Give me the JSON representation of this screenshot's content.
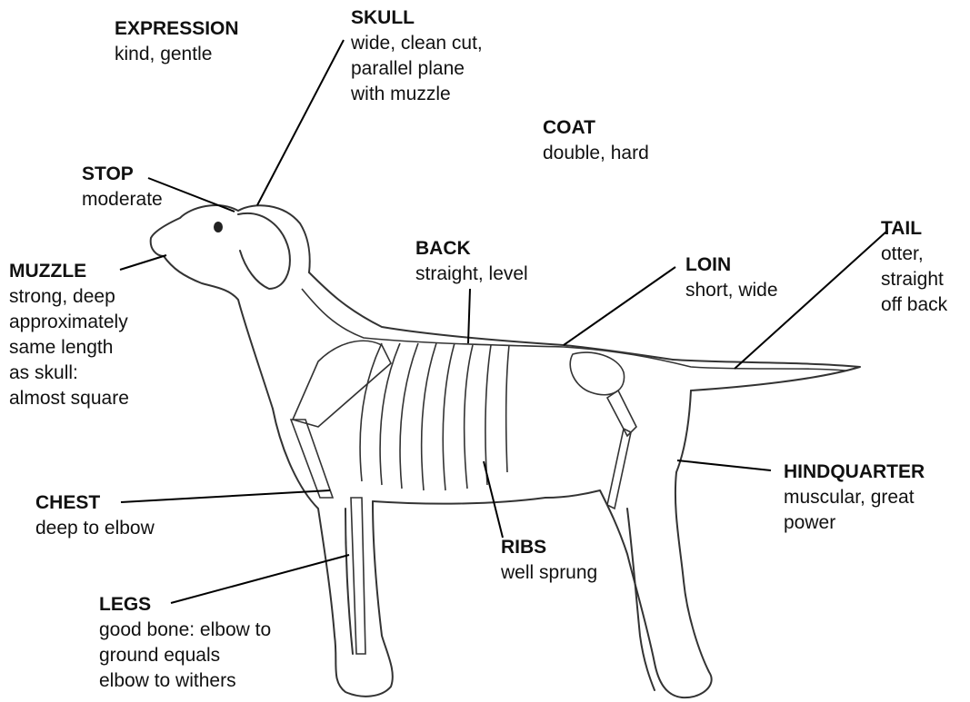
{
  "labels": {
    "expression": {
      "title": "EXPRESSION",
      "desc": "kind, gentle"
    },
    "skull": {
      "title": "SKULL",
      "desc": "wide, clean cut,\nparallel plane\nwith muzzle"
    },
    "coat": {
      "title": "COAT",
      "desc": "double, hard"
    },
    "stop": {
      "title": "STOP",
      "desc": "moderate"
    },
    "tail": {
      "title": "TAIL",
      "desc": "otter,\nstraight\noff back"
    },
    "back": {
      "title": "BACK",
      "desc": "straight, level"
    },
    "loin": {
      "title": "LOIN",
      "desc": "short, wide"
    },
    "muzzle": {
      "title": "MUZZLE",
      "desc": "strong, deep\napproximately\nsame length\nas skull:\nalmost square"
    },
    "chest": {
      "title": "CHEST",
      "desc": " deep to elbow"
    },
    "hindquarter": {
      "title": "HINDQUARTER",
      "desc": "muscular, great\npower"
    },
    "ribs": {
      "title": "RIBS",
      "desc": "well sprung"
    },
    "legs": {
      "title": "LEGS",
      "desc": "good bone: elbow to\nground equals\nelbow to withers"
    }
  }
}
